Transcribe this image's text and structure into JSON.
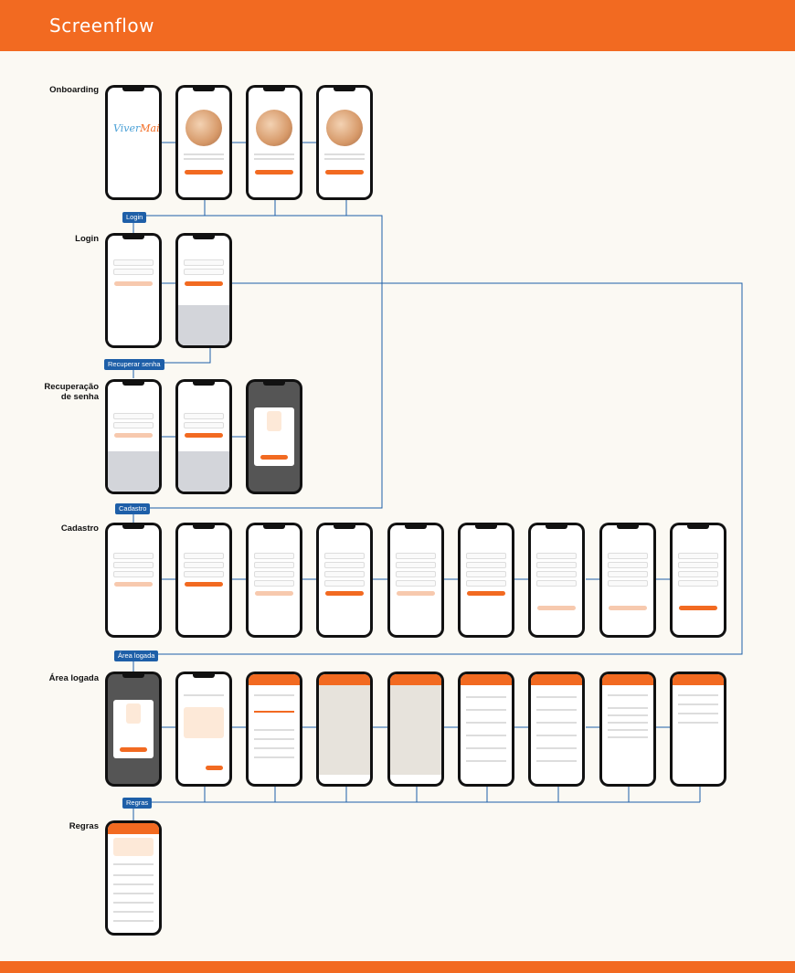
{
  "header": {
    "title": "Screenflow"
  },
  "sections": {
    "onboarding": "Onboarding",
    "login": "Login",
    "recuperacao_1": "Recuperação",
    "recuperacao_2": "de senha",
    "cadastro": "Cadastro",
    "area_logada": "Área logada",
    "regras": "Regras"
  },
  "connectors": {
    "login": "Login",
    "recuperar_senha": "Recuperar senha",
    "cadastro": "Cadastro",
    "area_logada": "Área logada",
    "regras": "Regras"
  },
  "colors": {
    "brand": "#f26a21",
    "connector": "#1e5fa8",
    "background": "#fbf9f3"
  }
}
